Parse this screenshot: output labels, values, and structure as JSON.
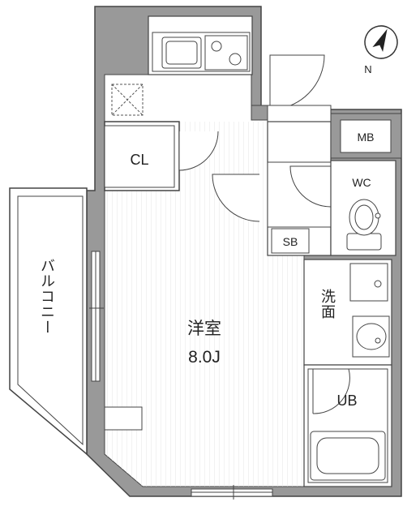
{
  "floorplan": {
    "rooms": {
      "main_room": {
        "name": "洋室",
        "size": "8.0J"
      },
      "closet": "CL",
      "meter_box": "MB",
      "toilet": "WC",
      "shoe_box": "SB",
      "washroom": "洗面",
      "bath": "UB",
      "balcony": "バルコニー"
    },
    "north_label": "N",
    "colors": {
      "wall": "#999999",
      "wall_stroke": "#444444",
      "floor_lines": "#e6e6e6",
      "background": "#ffffff"
    },
    "icons": [
      "compass-icon",
      "kitchen-sink-icon",
      "stove-icon",
      "toilet-icon",
      "washbasin-icon",
      "bathtub-icon"
    ]
  }
}
